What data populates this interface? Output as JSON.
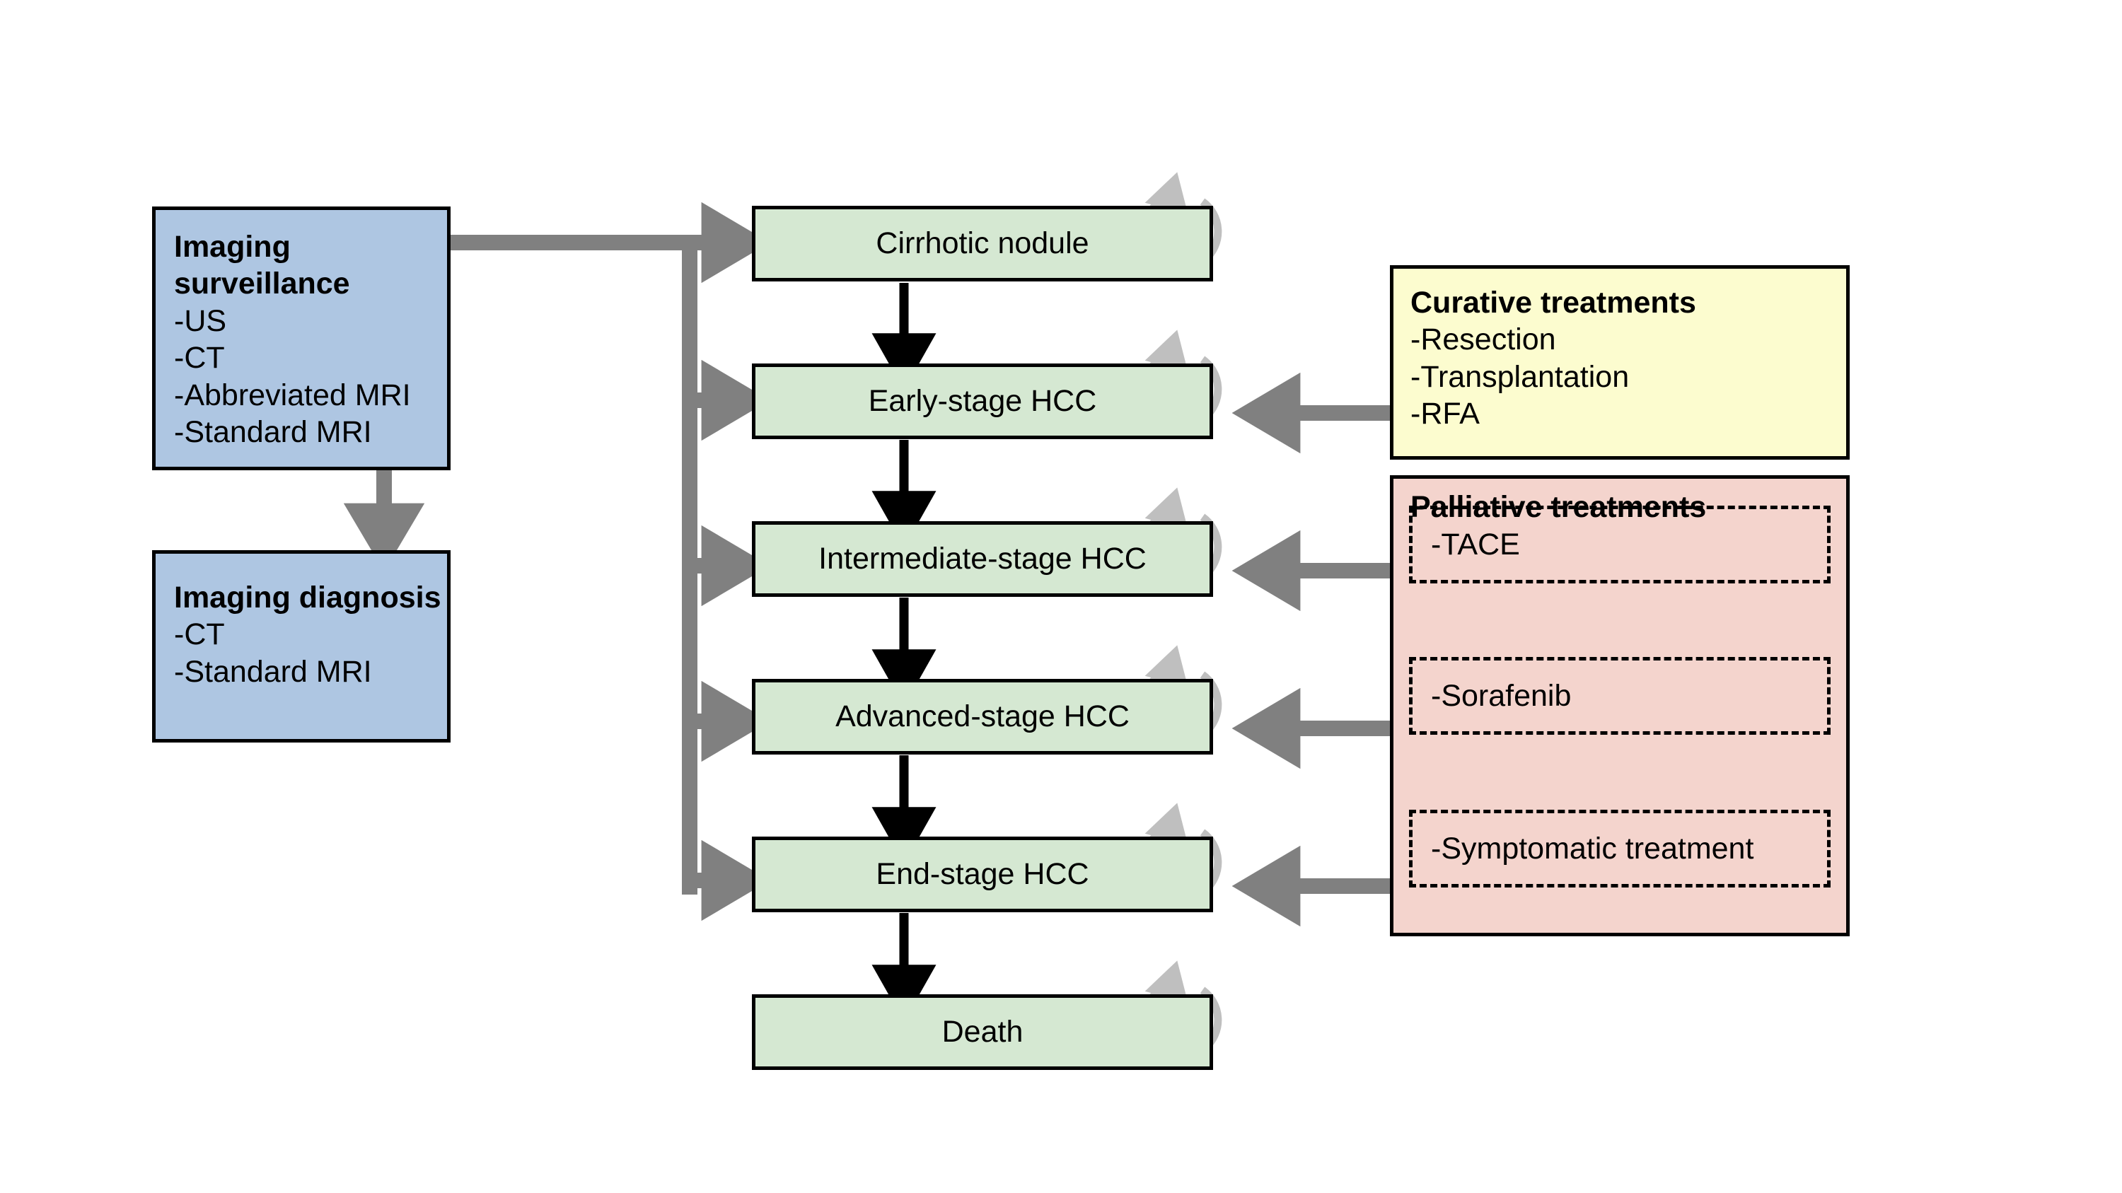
{
  "colors": {
    "blue_fill": "#aec6e2",
    "green_fill": "#d5e8d2",
    "yellow_fill": "#fcfccf",
    "pink_fill": "#f4d4cd",
    "stroke": "#000000",
    "gray_arrow": "#808080",
    "light_gray_loop": "#bfbfbf"
  },
  "imaging_surveillance": {
    "title": "Imaging surveillance",
    "items": [
      "-US",
      "-CT",
      "-Abbreviated MRI",
      "-Standard MRI"
    ]
  },
  "imaging_diagnosis": {
    "title": "Imaging diagnosis",
    "items": [
      "-CT",
      "-Standard MRI"
    ]
  },
  "states": [
    {
      "label": "Cirrhotic nodule"
    },
    {
      "label": "Early-stage HCC"
    },
    {
      "label": "Intermediate-stage HCC"
    },
    {
      "label": "Advanced-stage HCC"
    },
    {
      "label": "End-stage HCC"
    },
    {
      "label": "Death"
    }
  ],
  "curative_treatments": {
    "title": "Curative treatments",
    "items": [
      "-Resection",
      "-Transplantation",
      "-RFA"
    ]
  },
  "palliative_treatments": {
    "title": "Palliative treatments",
    "items": [
      "-TACE",
      "-Sorafenib",
      "-Symptomatic treatment"
    ]
  }
}
